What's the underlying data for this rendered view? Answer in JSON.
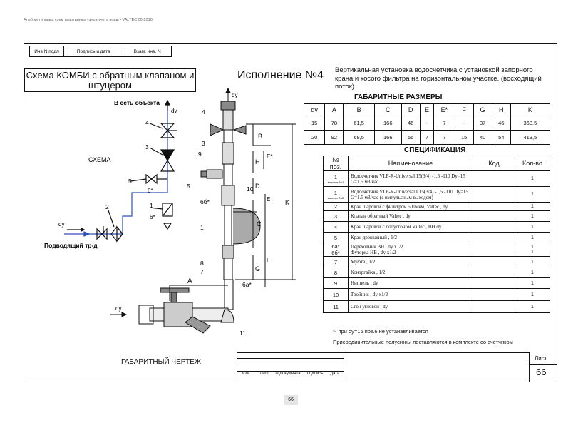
{
  "header": "Альбом типовых схем квартирных узлов учета воды • VALTEC 00-2010",
  "stamp": {
    "inv": "Инв N подл",
    "sign_date": "Подпись и дата",
    "vzam": "Взам. инв. N"
  },
  "title": "Схема КОМБИ с обратным клапаном и штуцером",
  "variant": "Исполнение №4",
  "description": "Вертикальная установка водосчетчика с установкой запорного крана и косого фильтра на горизонтальном участке. (восходящий поток)",
  "dims_title": "ГАБАРИТНЫЕ РАЗМЕРЫ",
  "dims_table": {
    "headers": [
      "dy",
      "A",
      "B",
      "C",
      "D",
      "E",
      "E*",
      "F",
      "G",
      "H",
      "K"
    ],
    "rows": [
      [
        "15",
        "78",
        "61,5",
        "166",
        "46",
        "-",
        "7",
        "-",
        "37",
        "46",
        "363.5"
      ],
      [
        "20",
        "92",
        "68,5",
        "166",
        "56",
        "7",
        "7",
        "15",
        "40",
        "54",
        "413,5"
      ]
    ]
  },
  "spec_title": "СПЕЦИФИКАЦИЯ",
  "spec_table": {
    "headers": [
      "№ поз.",
      "Наименование",
      "Код",
      "Кол-во"
    ],
    "rows": [
      {
        "pos": "1",
        "sub": "вариант №1",
        "name": "Водосчетчик VLF-R-Universal 15(3/4) -1,5 -110 Dy=15 G=1.5 м3/час",
        "qty": "1"
      },
      {
        "pos": "1",
        "sub": "вариант №2",
        "name": "Водосчетчик VLF-R-Universal I 15(3/4) -1,5 -110 Dy=15 G=1.5 м3/час (с импульсным выходом)",
        "qty": "1"
      },
      {
        "pos": "2",
        "sub": "",
        "name": "Кран шаровой с фильтром 500мкм, Valtec , dy",
        "qty": "1"
      },
      {
        "pos": "3",
        "sub": "",
        "name": "Клапан обратный Valtec , dy",
        "qty": "1"
      },
      {
        "pos": "4",
        "sub": "",
        "name": "Кран шаровой с полусгоном Valtec , ВН dy",
        "qty": "1"
      },
      {
        "pos": "5",
        "sub": "",
        "name": "Кран дренажный , 1/2",
        "qty": "1"
      },
      {
        "pos": "6а*\n6б*",
        "sub": "",
        "name": "Переходник ВН , dy x1/2\nФуторка НВ , dy x1/2",
        "qty": "1\n1"
      },
      {
        "pos": "7",
        "sub": "",
        "name": "Муфта , 1/2",
        "qty": "1"
      },
      {
        "pos": "8",
        "sub": "",
        "name": "Контргайка , 1/2",
        "qty": "1"
      },
      {
        "pos": "9",
        "sub": "",
        "name": "Ниппель , dy",
        "qty": "1"
      },
      {
        "pos": "10",
        "sub": "",
        "name": "Тройник , dy x1/2",
        "qty": "1"
      },
      {
        "pos": "11",
        "sub": "",
        "name": "Сгон угловой , dy",
        "qty": "1"
      }
    ]
  },
  "notes": [
    "*- при dy=15 поз.6 не устанавливается",
    "Присоединительные полусгоны поставляются в комплекте со счетчиком"
  ],
  "scheme": {
    "to_object": "В сеть объекта",
    "label": "СХЕМА",
    "supply": "Подводящий тр-д",
    "dy": "dy",
    "six_star": "6*",
    "nums": [
      "4",
      "3",
      "5",
      "1",
      "2"
    ]
  },
  "drawing": {
    "nums": [
      "4",
      "3",
      "9",
      "5",
      "10",
      "6б*",
      "1",
      "8",
      "7",
      "6а*",
      "11"
    ],
    "dims": [
      "A",
      "B",
      "H",
      "E*",
      "D",
      "C",
      "E",
      "G",
      "F",
      "K"
    ],
    "dy": "dy"
  },
  "gab_label": "ГАБАРИТНЫЙ ЧЕРТЕЖ",
  "title_block": {
    "cols": [
      "изм.",
      "лист",
      "N документа",
      "подпись",
      "дата"
    ],
    "sheet_label": "Лист",
    "sheet_num": "66"
  },
  "page_number": "66"
}
